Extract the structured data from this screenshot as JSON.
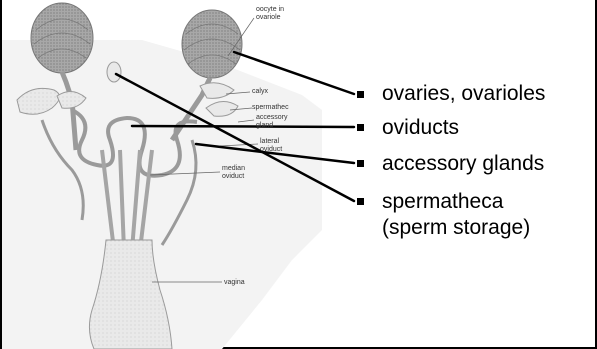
{
  "diagram_labels": {
    "oocyte_in_ovariole": "oocyte in\novariole",
    "calyx": "calyx",
    "spermatheca_small": "spermathec",
    "accessory_gland": "accessory\ngland",
    "lateral_oviduct": "lateral\noviduct",
    "median_oviduct": "median\noviduct",
    "vagina": "vagina"
  },
  "legend": {
    "ovaries": "ovaries, ovarioles",
    "oviducts": "oviducts",
    "accessory_glands": "accessory glands",
    "spermatheca_line1": "spermatheca",
    "spermatheca_line2": "(sperm storage)"
  },
  "colors": {
    "tissue_fill": "#e9e9e9",
    "tissue_stroke": "#9a9a9a",
    "ovary_fill": "#9c9c9c",
    "pointer_line": "#000000"
  }
}
